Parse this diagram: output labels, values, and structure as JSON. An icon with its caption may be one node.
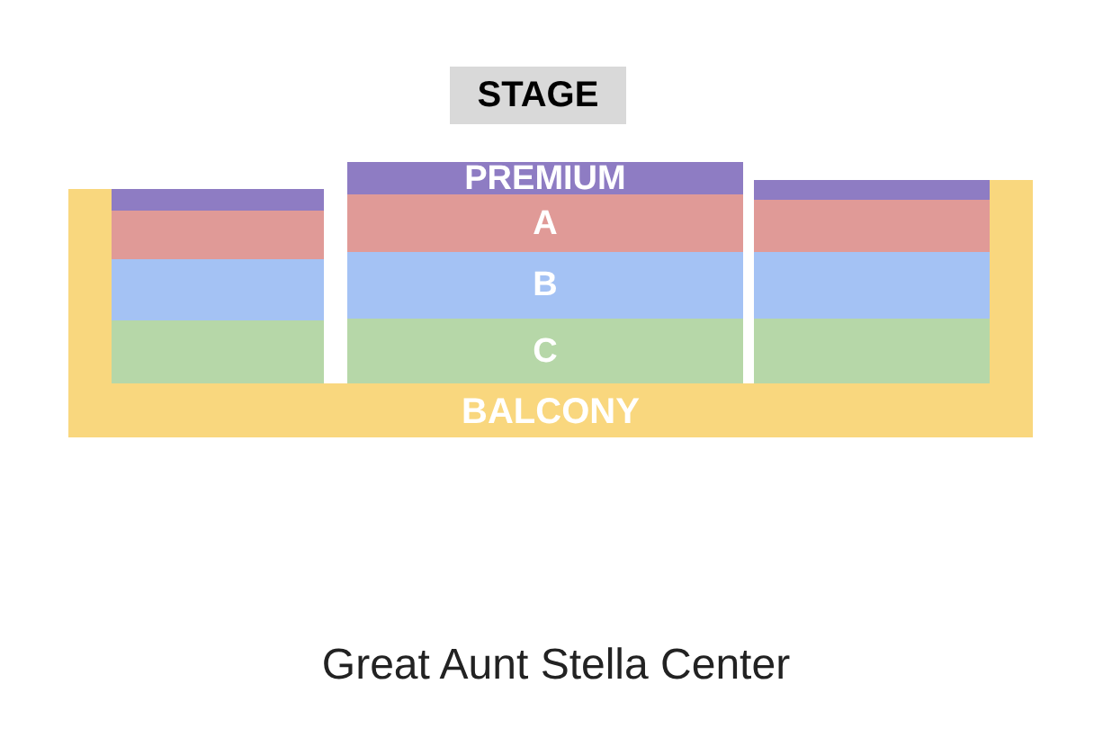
{
  "diagram": {
    "caption": "Great Aunt Stella Center",
    "nodes": [
      {
        "text": [
          "STAGE"
        ]
      },
      {
        "text": [],
        "shape": "box"
      },
      {
        "text": [
          "PREMIUM"
        ]
      },
      {
        "text": [],
        "shape": "box"
      },
      {
        "text": [],
        "shape": "box"
      },
      {
        "text": [
          "A"
        ]
      },
      {
        "text": [],
        "shape": "box"
      },
      {
        "text": [],
        "shape": "box"
      },
      {
        "text": [
          "B"
        ]
      },
      {
        "text": [],
        "shape": "box"
      },
      {
        "text": [],
        "shape": "box"
      },
      {
        "text": [
          "C"
        ]
      },
      {
        "text": [],
        "shape": "box"
      },
      {
        "text": [
          "BALCONY"
        ]
      }
    ]
  }
}
